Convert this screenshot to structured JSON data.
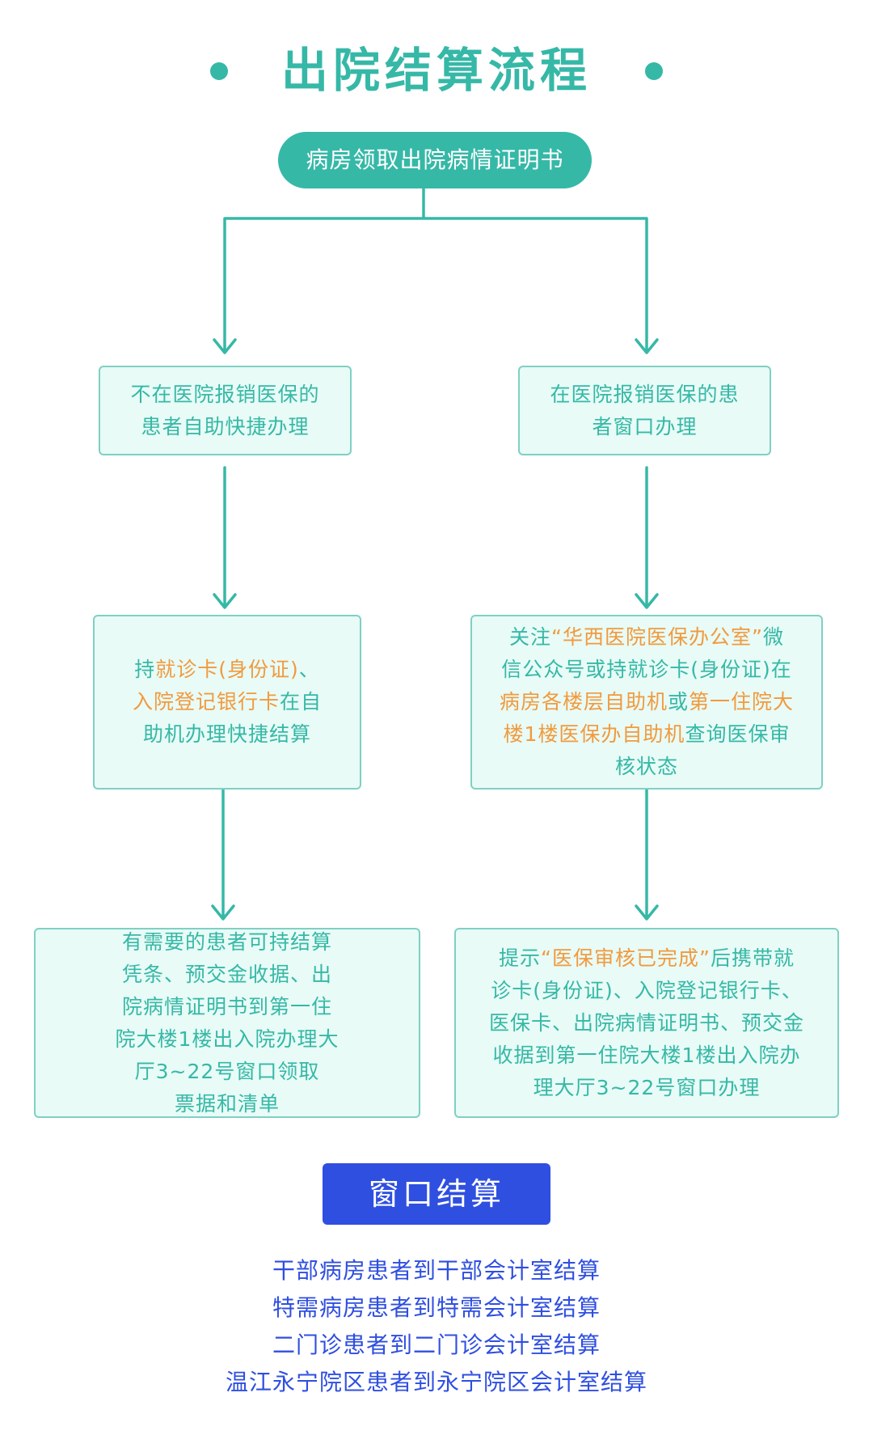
{
  "title": "出院结算流程",
  "start_node": "病房领取出院病情证明书",
  "left_branch": {
    "step1": [
      "不在医院报销医保的",
      "患者自助快捷办理"
    ],
    "step2": [
      [
        {
          "t": "持",
          "h": false
        },
        {
          "t": "就诊卡(身份证)",
          "h": true
        },
        {
          "t": "、",
          "h": false
        }
      ],
      [
        {
          "t": "入院登记银行卡",
          "h": true
        },
        {
          "t": "在自",
          "h": false
        }
      ],
      [
        {
          "t": "助机办理快捷结算",
          "h": false
        }
      ]
    ],
    "step3": [
      "有需要的患者可持结算",
      "凭条、预交金收据、出",
      "院病情证明书到第一住",
      "院大楼1楼出入院办理大",
      "厅3~22号窗口领取",
      "票据和清单"
    ]
  },
  "right_branch": {
    "step1": [
      "在医院报销医保的患",
      "者窗口办理"
    ],
    "step2": [
      [
        {
          "t": "关注",
          "h": false
        },
        {
          "t": "“华西医院医保办公室”",
          "h": true
        },
        {
          "t": "微",
          "h": false
        }
      ],
      [
        {
          "t": "信公众号或持就诊卡(身份证)在",
          "h": false
        }
      ],
      [
        {
          "t": "病房各楼层自助机",
          "h": true
        },
        {
          "t": "或",
          "h": false
        },
        {
          "t": "第一住院大",
          "h": true
        }
      ],
      [
        {
          "t": "楼1楼医保办自助机",
          "h": true
        },
        {
          "t": "查询医保审",
          "h": false
        }
      ],
      [
        {
          "t": "核状态",
          "h": false
        }
      ]
    ],
    "step3": [
      [
        {
          "t": "提示",
          "h": false
        },
        {
          "t": "“医保审核已完成”",
          "h": true
        },
        {
          "t": "后携带就",
          "h": false
        }
      ],
      [
        {
          "t": "诊卡(身份证)、入院登记银行卡、",
          "h": false
        }
      ],
      [
        {
          "t": "医保卡、出院病情证明书、预交金",
          "h": false
        }
      ],
      [
        {
          "t": "收据到第一住院大楼1楼出入院办",
          "h": false
        }
      ],
      [
        {
          "t": "理大厅3~22号窗口办理",
          "h": false
        }
      ]
    ]
  },
  "window_settlement": {
    "label": "窗口结算",
    "notes": [
      "干部病房患者到干部会计室结算",
      "特需病房患者到特需会计室结算",
      "二门诊患者到二门诊会计室结算",
      "温江永宁院区患者到永宁院区会计室结算"
    ]
  },
  "colors": {
    "accent": "#36b8a7",
    "box_fill": "#e8fbf6",
    "box_border": "#7fd0c4",
    "highlight": "#f19a3e",
    "blue": "#2f4fe0"
  }
}
